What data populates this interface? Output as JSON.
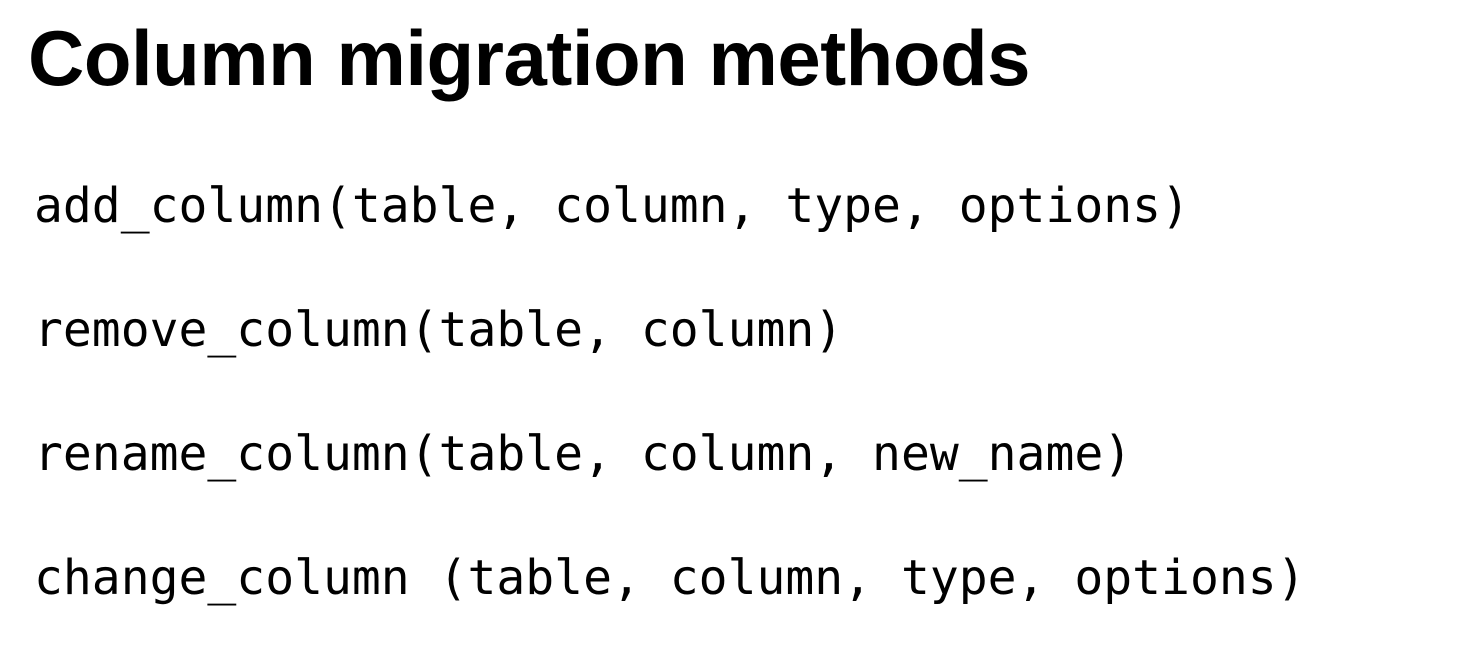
{
  "slide": {
    "title": "Column migration methods",
    "methods": [
      "add_column(table, column, type, options)",
      "remove_column(table, column)",
      "rename_column(table, column, new_name)",
      "change_column (table, column, type, options)"
    ]
  }
}
